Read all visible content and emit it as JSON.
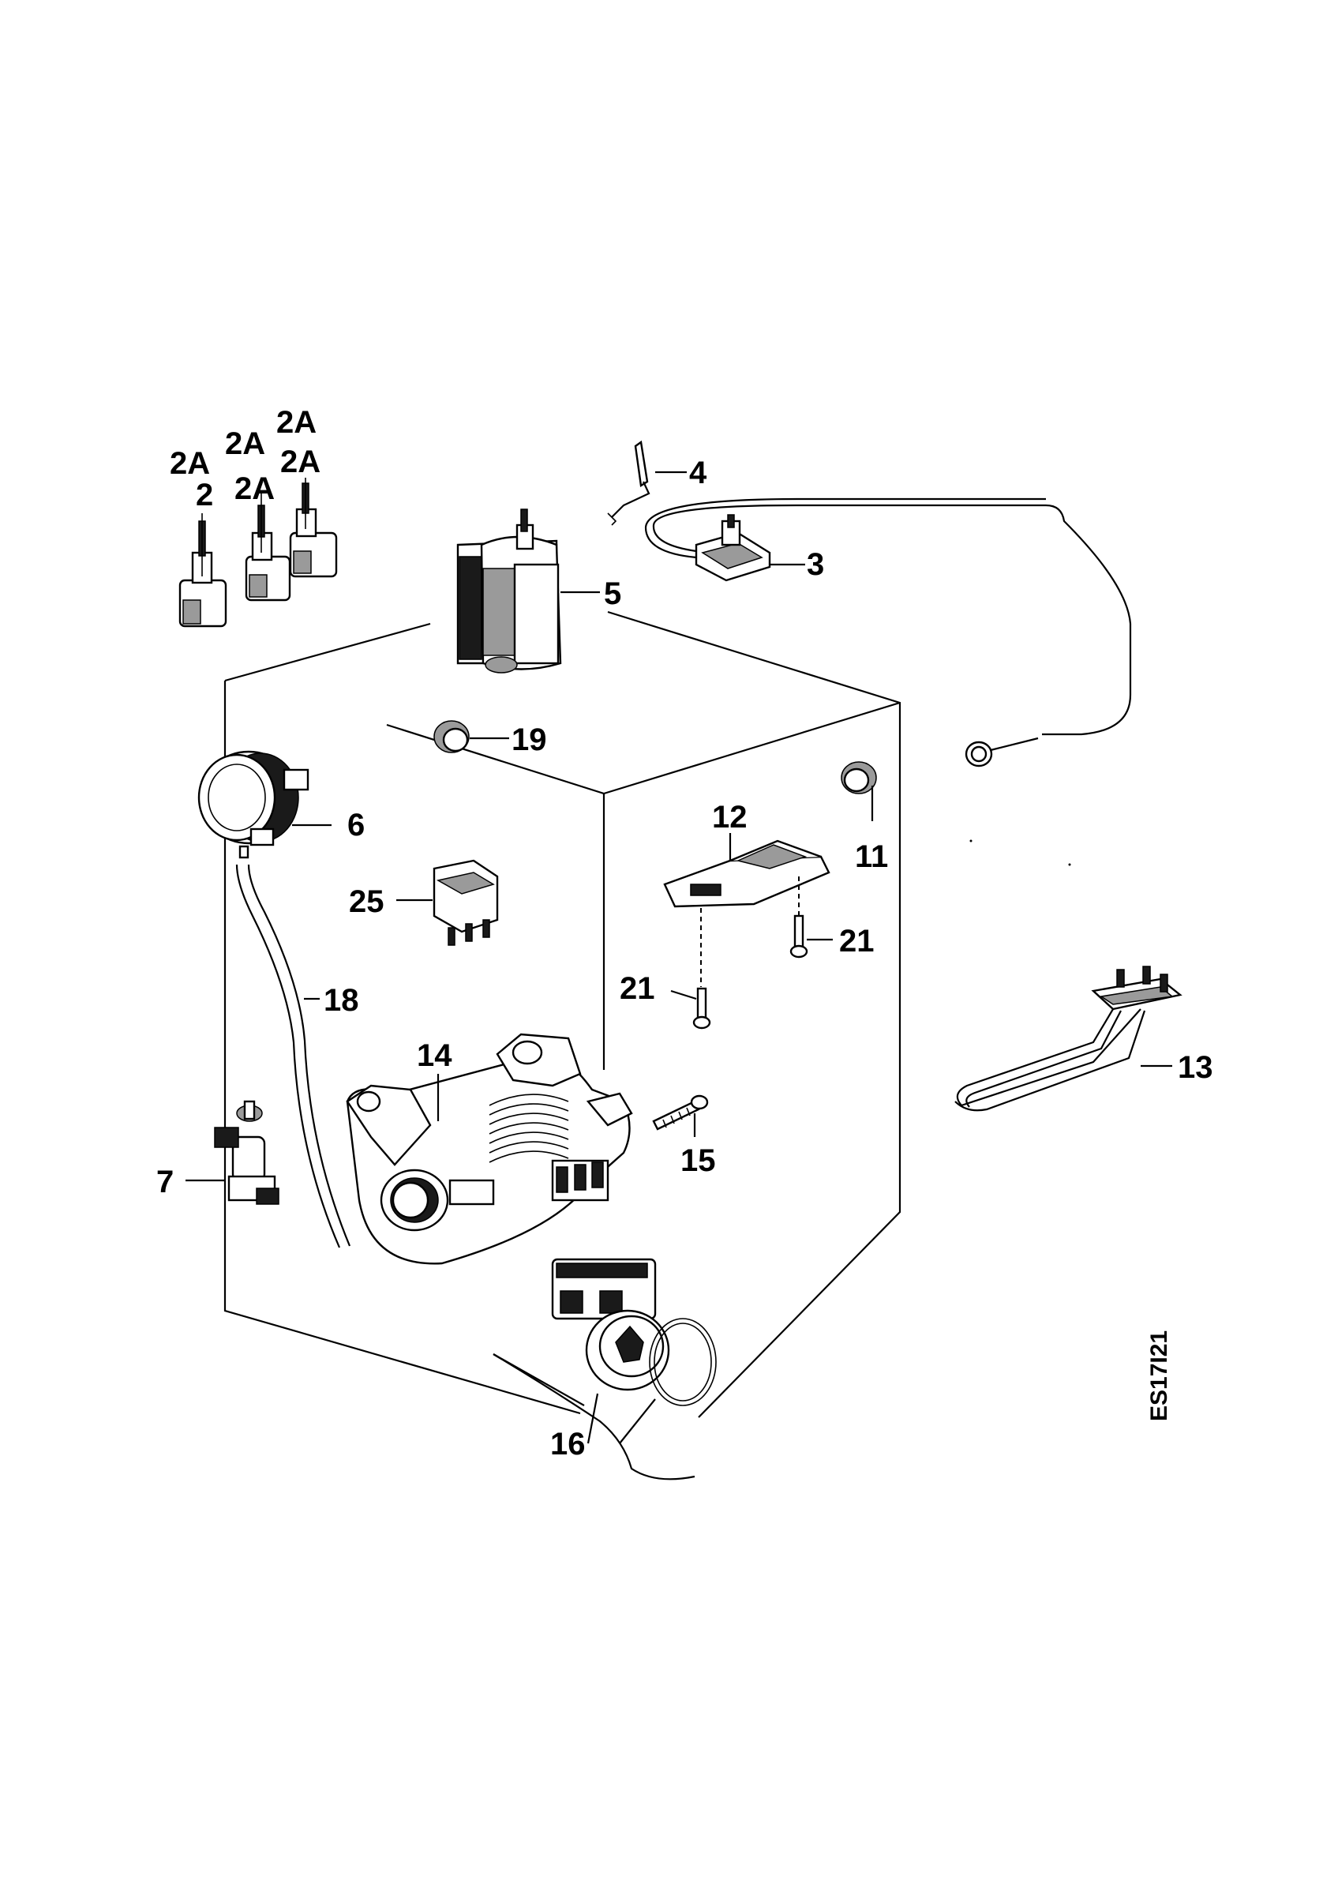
{
  "diagram": {
    "drawing_code": "ES17I21",
    "callouts": {
      "c2": "2",
      "c2a_1": "2A",
      "c2a_2": "2A",
      "c2a_3": "2A",
      "c2a_4": "2A",
      "c3": "3",
      "c4": "4",
      "c5": "5",
      "c6": "6",
      "c7": "7",
      "c11": "11",
      "c12": "12",
      "c13": "13",
      "c14": "14",
      "c15": "15",
      "c16": "16",
      "c18": "18",
      "c19": "19",
      "c21a": "21",
      "c21b": "21",
      "c25": "25"
    }
  }
}
